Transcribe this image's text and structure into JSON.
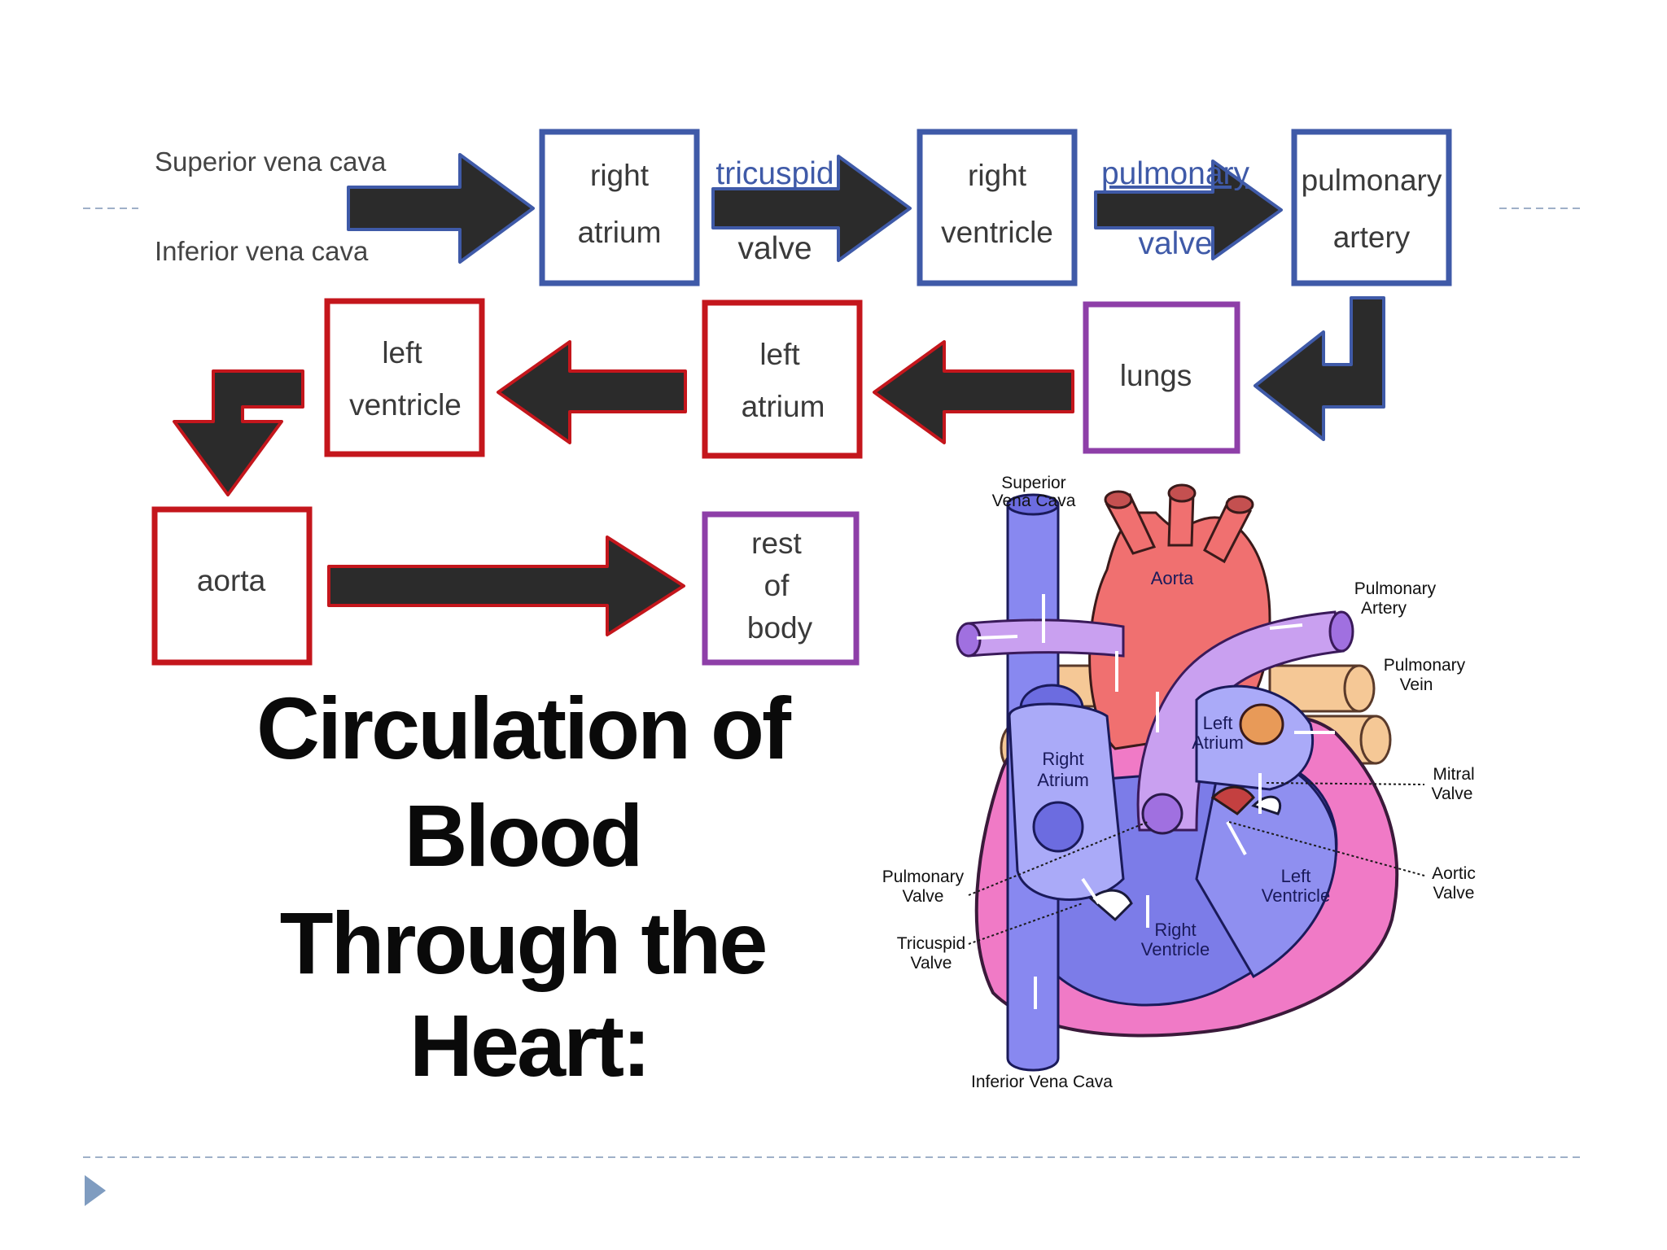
{
  "sources": {
    "superior": "Superior vena cava",
    "inferior": "Inferior vena cava"
  },
  "boxes": {
    "right_atrium": [
      "right",
      "atrium"
    ],
    "right_ventricle": [
      "right",
      "ventricle"
    ],
    "pulmonary_artery": [
      "pulmonary",
      "artery"
    ],
    "lungs": [
      "lungs"
    ],
    "left_atrium": [
      "left",
      "atrium"
    ],
    "left_ventricle": [
      "left",
      "ventricle"
    ],
    "aorta": [
      "aorta"
    ],
    "rest_of_body": [
      "rest",
      "of",
      "body"
    ]
  },
  "valves": {
    "tricuspid": [
      "tricuspid",
      "valve"
    ],
    "pulmonary": [
      "pulmonary",
      "valve"
    ]
  },
  "title": [
    "Circulation of",
    "Blood",
    "Through the",
    "Heart:"
  ],
  "heart_labels": {
    "superior_vena_cava": [
      "Superior",
      "Vena Cava"
    ],
    "aorta": "Aorta",
    "pulmonary_artery": [
      "Pulmonary",
      "Artery"
    ],
    "pulmonary_vein": [
      "Pulmonary",
      "Vein"
    ],
    "left_atrium": [
      "Left",
      "Atrium"
    ],
    "right_atrium": [
      "Right",
      "Atrium"
    ],
    "mitral_valve": [
      "Mitral",
      "Valve"
    ],
    "aortic_valve": [
      "Aortic",
      "Valve"
    ],
    "pulmonary_valve": [
      "Pulmonary",
      "Valve"
    ],
    "tricuspid_valve": [
      "Tricuspid",
      "Valve"
    ],
    "left_ventricle": [
      "Left",
      "Ventricle"
    ],
    "right_ventricle": [
      "Right",
      "Ventricle"
    ],
    "inferior_vena_cava": "Inferior Vena Cava"
  },
  "colors": {
    "blue_border": "#3f5aa8",
    "red_border": "#c4161c",
    "purple_border": "#8e3fa8",
    "arrow_fill": "#2b2b2b",
    "valve_text": "#3f5aa8",
    "divider": "#9fb0c8",
    "bullet": "#7f9cc0"
  },
  "icons": {
    "bullet": "play-triangle-icon"
  }
}
